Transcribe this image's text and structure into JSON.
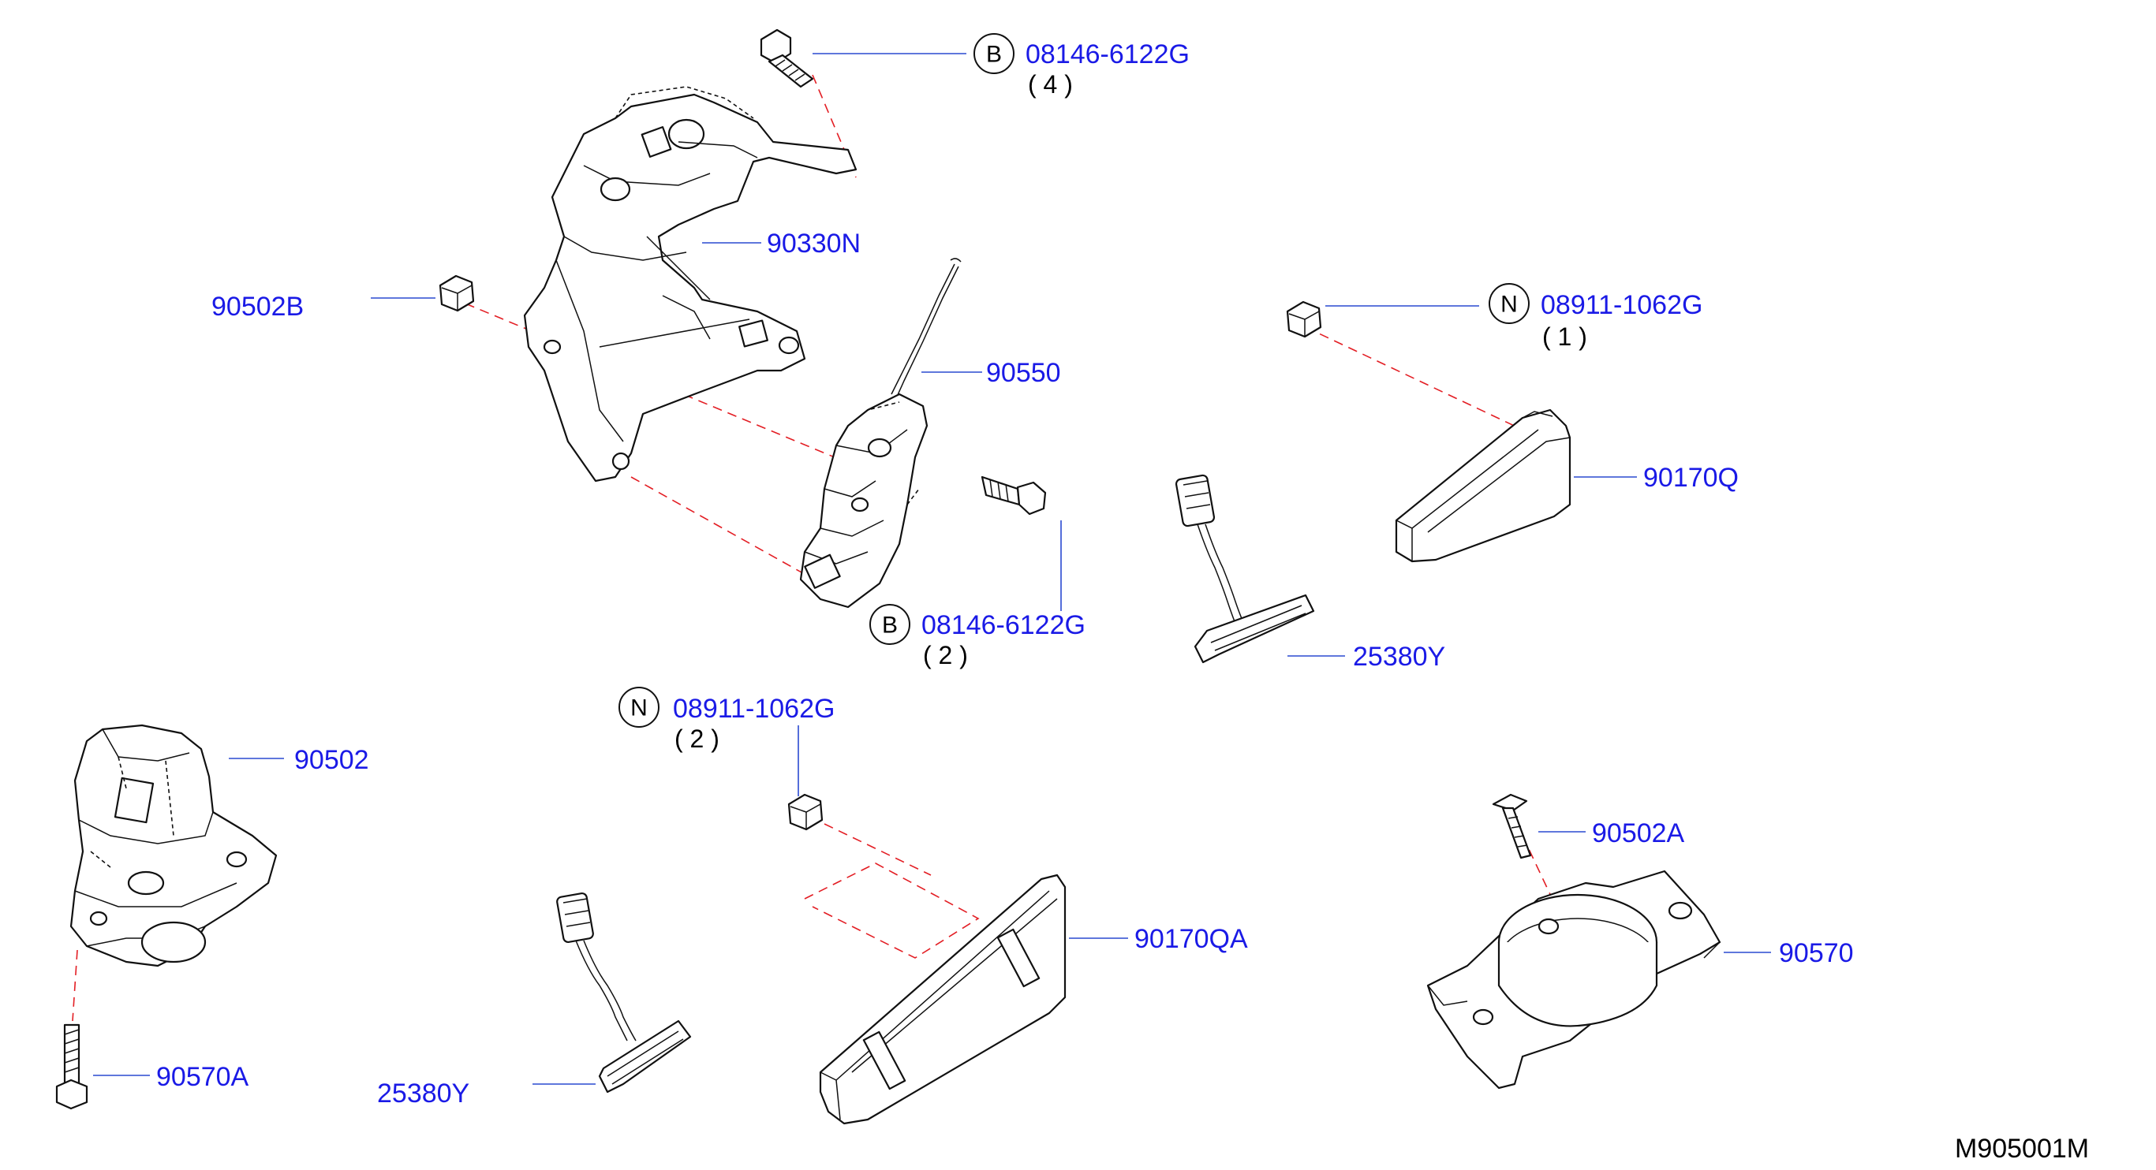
{
  "callouts": {
    "bolt_top": {
      "badge": "B",
      "code": "08146-6122G",
      "qty": "( 4 )"
    },
    "bolt_mid": {
      "badge": "B",
      "code": "08146-6122G",
      "qty": "( 2 )"
    },
    "nut_right": {
      "badge": "N",
      "code": "08911-1062G",
      "qty": "( 1 )"
    },
    "nut_mid": {
      "badge": "N",
      "code": "08911-1062G",
      "qty": "( 2 )"
    }
  },
  "labels": {
    "p90330N": "90330N",
    "p90502B": "90502B",
    "p90550": "90550",
    "p90170Q": "90170Q",
    "p25380Y_right": "25380Y",
    "p90502": "90502",
    "p90570A": "90570A",
    "p25380Y_left": "25380Y",
    "p90170QA": "90170QA",
    "p90502A": "90502A",
    "p90570": "90570"
  },
  "diagram_code": "M905001M",
  "colors": {
    "label": "#1a1ae6",
    "leader": "#2a4ad0",
    "guide": "#e31e24",
    "ink": "#111111"
  }
}
